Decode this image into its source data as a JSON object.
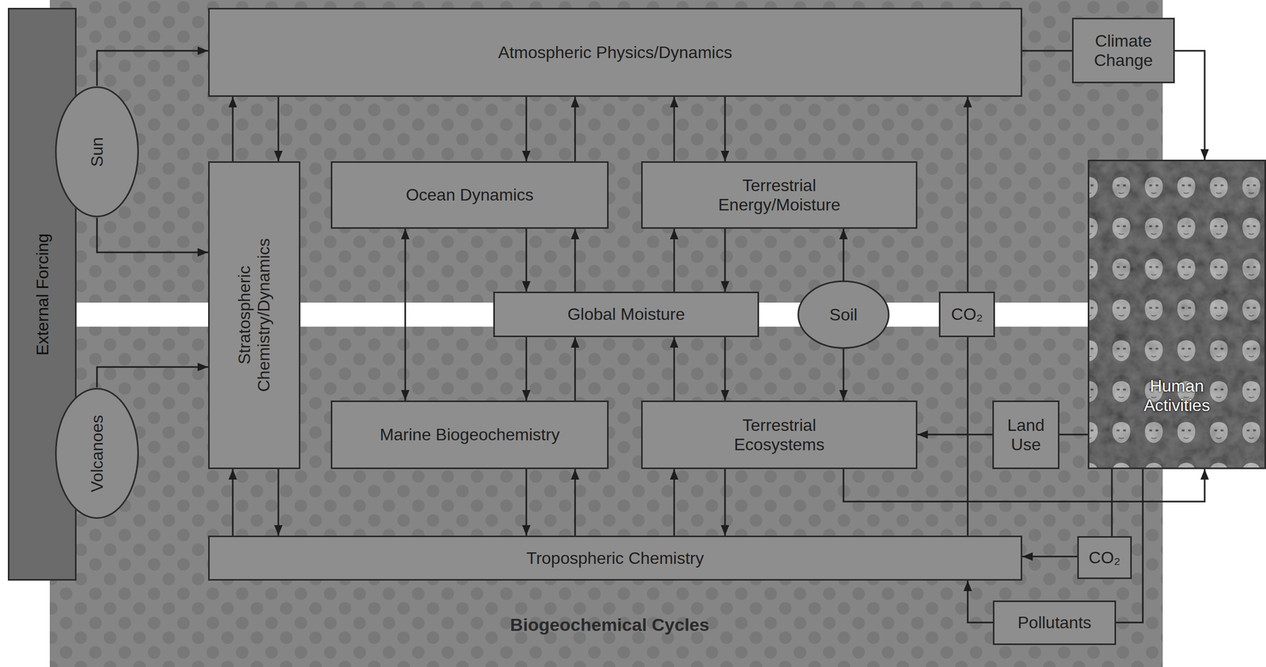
{
  "diagram": {
    "nodes": [
      {
        "text": [
          "External Forcing"
        ]
      },
      {
        "text": [
          "Sun"
        ]
      },
      {
        "text": [
          "Volcanoes"
        ]
      },
      {
        "text": [
          "Atmospheric Physics/Dynamics"
        ]
      },
      {
        "text": [
          "Climate Change"
        ]
      },
      {
        "text": [
          "Stratospheric Chemistry/Dynamics"
        ]
      },
      {
        "text": [
          "Ocean Dynamics"
        ]
      },
      {
        "text": [
          "Terrestrial Energy/Moisture"
        ]
      },
      {
        "text": [
          "Global Moisture"
        ]
      },
      {
        "text": [
          "Soil"
        ]
      },
      {
        "text": [
          "CO₂"
        ]
      },
      {
        "text": [
          "Human Activities"
        ]
      },
      {
        "text": [
          "Marine Biogeochemistry"
        ]
      },
      {
        "text": [
          "Terrestrial Ecosystems"
        ]
      },
      {
        "text": [
          "Land Use"
        ]
      },
      {
        "text": [
          "Tropospheric Chemistry"
        ]
      },
      {
        "text": [
          "CO₂"
        ]
      },
      {
        "text": [
          "Pollutants"
        ]
      }
    ],
    "edges": [
      {
        "from": 1,
        "to": 3,
        "arrow": "to"
      },
      {
        "from": 1,
        "to": 5,
        "arrow": "to"
      },
      {
        "from": 2,
        "to": 5,
        "arrow": "to"
      },
      {
        "from": 5,
        "to": 3,
        "arrow": "to"
      },
      {
        "from": 3,
        "to": 5,
        "arrow": "to"
      },
      {
        "from": 3,
        "to": 6,
        "arrow": "to"
      },
      {
        "from": 6,
        "to": 3,
        "arrow": "to"
      },
      {
        "from": 7,
        "to": 3,
        "arrow": "to"
      },
      {
        "from": 3,
        "to": 7,
        "arrow": "to"
      },
      {
        "from": 3,
        "to": 4,
        "arrow": "none"
      },
      {
        "from": 4,
        "to": 11,
        "arrow": "to"
      },
      {
        "from": 6,
        "to": 12,
        "arrow": "both"
      },
      {
        "from": 6,
        "to": 8,
        "arrow": "to"
      },
      {
        "from": 8,
        "to": 6,
        "arrow": "to"
      },
      {
        "from": 8,
        "to": 7,
        "arrow": "to"
      },
      {
        "from": 7,
        "to": 8,
        "arrow": "to"
      },
      {
        "from": 9,
        "to": 7,
        "arrow": "to"
      },
      {
        "from": 9,
        "to": 13,
        "arrow": "to"
      },
      {
        "from": 8,
        "to": 12,
        "arrow": "to"
      },
      {
        "from": 12,
        "to": 8,
        "arrow": "to"
      },
      {
        "from": 13,
        "to": 8,
        "arrow": "to"
      },
      {
        "from": 8,
        "to": 13,
        "arrow": "to"
      },
      {
        "from": 12,
        "to": 15,
        "arrow": "to"
      },
      {
        "from": 15,
        "to": 12,
        "arrow": "to"
      },
      {
        "from": 15,
        "to": 13,
        "arrow": "to"
      },
      {
        "from": 13,
        "to": 15,
        "arrow": "to"
      },
      {
        "from": 15,
        "to": 5,
        "arrow": "to"
      },
      {
        "from": 5,
        "to": 15,
        "arrow": "to"
      },
      {
        "from": 15,
        "to": 10,
        "arrow": "none"
      },
      {
        "from": 10,
        "to": 3,
        "arrow": "to"
      },
      {
        "from": 11,
        "to": 14,
        "arrow": "none"
      },
      {
        "from": 14,
        "to": 13,
        "arrow": "to"
      },
      {
        "from": 13,
        "to": 11,
        "arrow": "to"
      },
      {
        "from": 11,
        "to": 16,
        "arrow": "none"
      },
      {
        "from": 16,
        "to": 15,
        "arrow": "to"
      },
      {
        "from": 11,
        "to": 17,
        "arrow": "none"
      },
      {
        "from": 17,
        "to": 15,
        "arrow": "to"
      }
    ],
    "labels": [
      "Biogeochemical Cycles"
    ]
  }
}
